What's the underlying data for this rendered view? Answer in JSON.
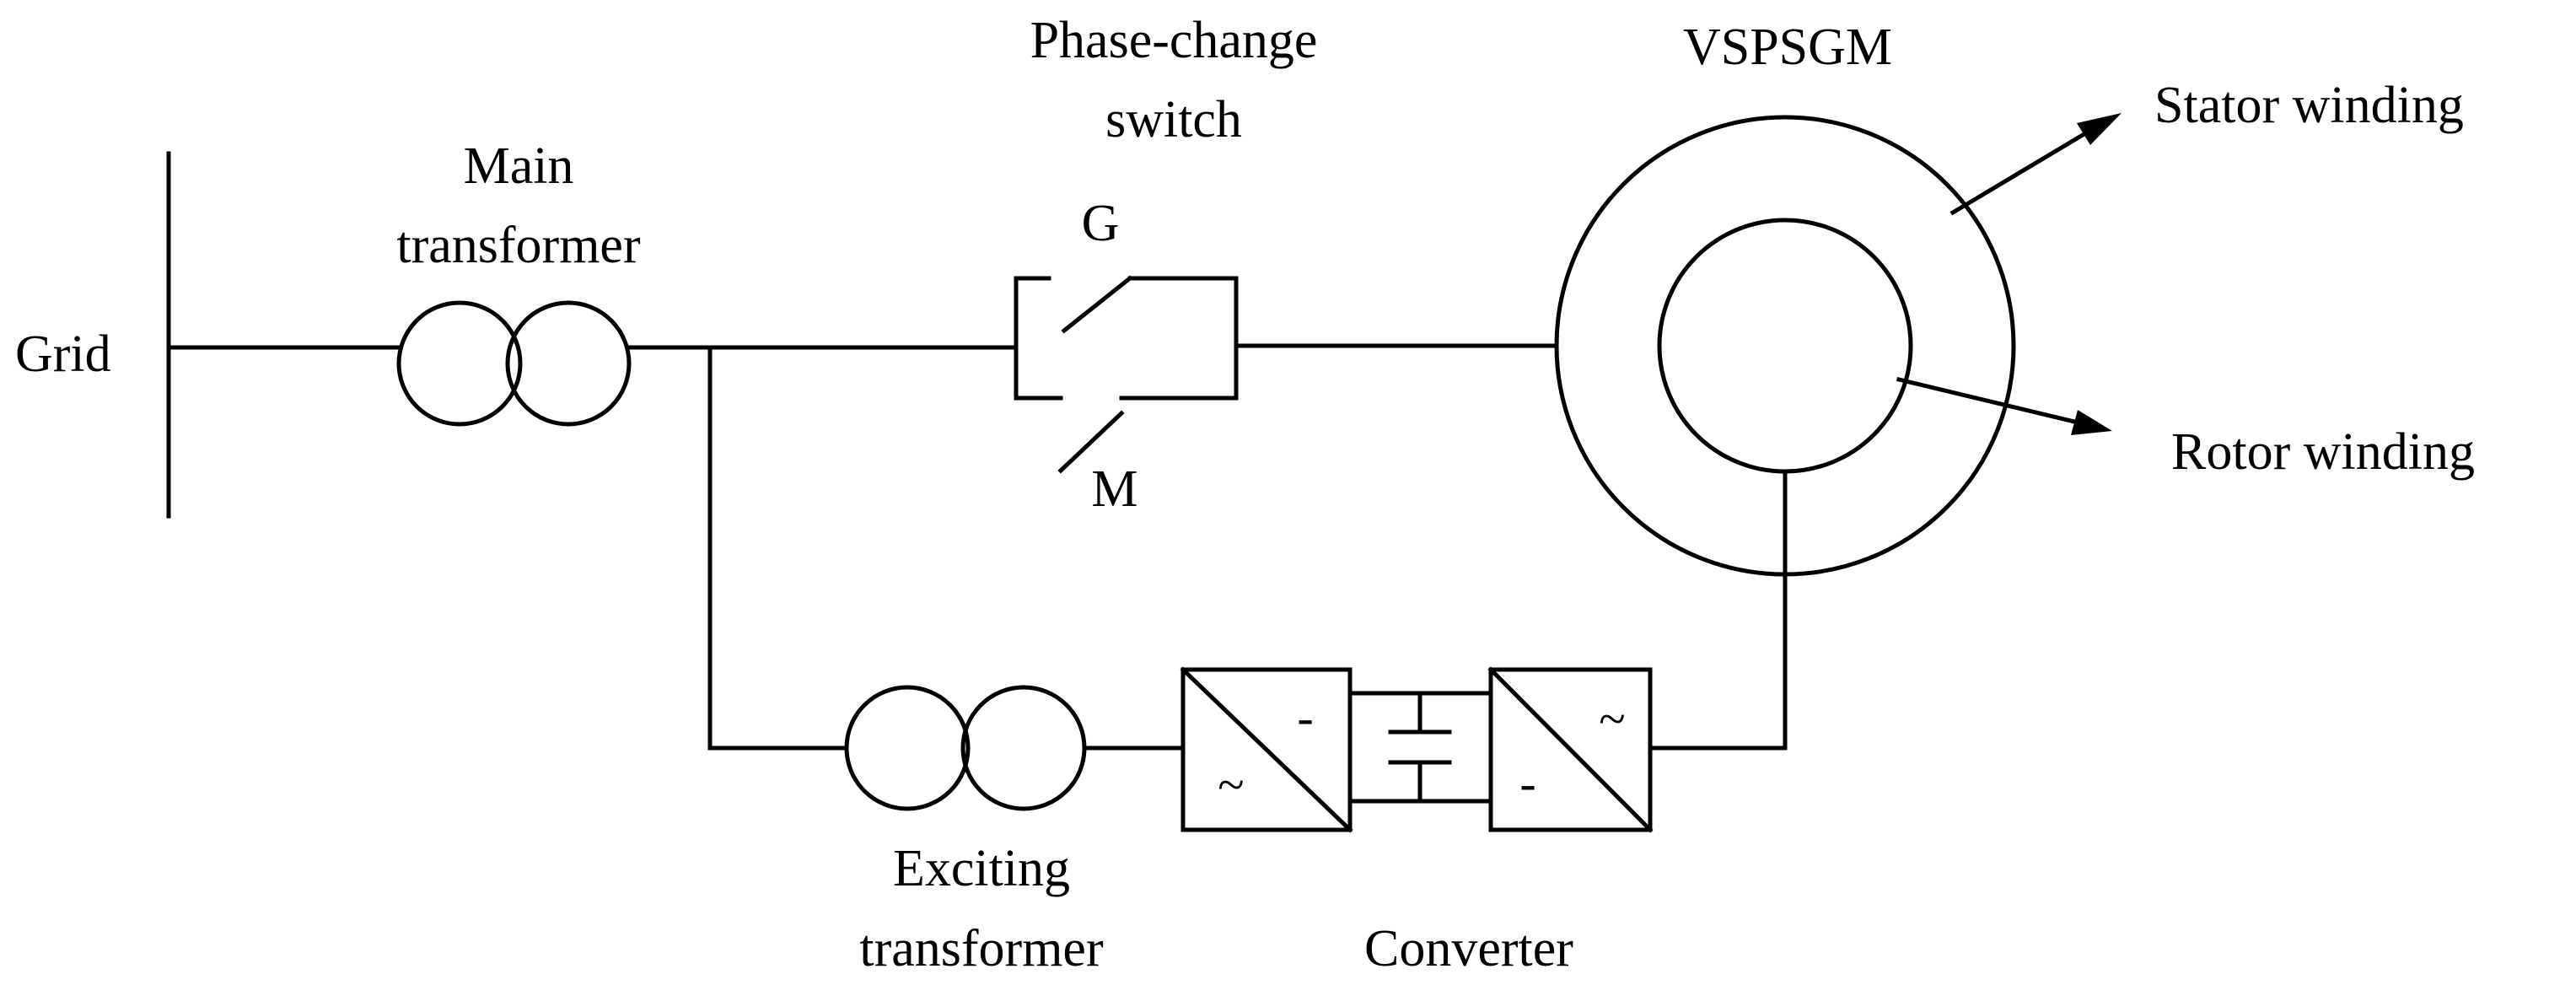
{
  "labels": {
    "grid": "Grid",
    "main_transformer_line1": "Main",
    "main_transformer_line2": "transformer",
    "phase_change_switch_line1": "Phase-change",
    "phase_change_switch_line2": "switch",
    "switch_pole_g": "G",
    "switch_pole_m": "M",
    "machine": "VSPSGM",
    "stator_winding": "Stator winding",
    "rotor_winding": "Rotor winding",
    "exciting_transformer_line1": "Exciting",
    "exciting_transformer_line2": "transformer",
    "converter": "Converter"
  },
  "converter_symbols": {
    "rectifier_ac": "~",
    "rectifier_dc": "-",
    "inverter_ac": "~",
    "inverter_dc": "-"
  },
  "colors": {
    "line": "#000000",
    "background": "#ffffff"
  }
}
